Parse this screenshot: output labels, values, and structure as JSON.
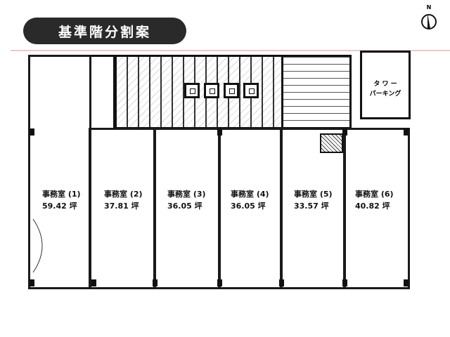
{
  "title": "基準階分割案",
  "compass": {
    "label": "N"
  },
  "parking": {
    "line1": "タ ワ ー",
    "line2": "パーキング"
  },
  "offices": [
    {
      "name": "事務室 (1)",
      "area": "59.42 坪"
    },
    {
      "name": "事務室 (2)",
      "area": "37.81 坪"
    },
    {
      "name": "事務室 (3)",
      "area": "36.05 坪"
    },
    {
      "name": "事務室 (4)",
      "area": "36.05 坪"
    },
    {
      "name": "事務室 (5)",
      "area": "33.57 坪"
    },
    {
      "name": "事務室 (6)",
      "area": "40.82 坪"
    }
  ]
}
